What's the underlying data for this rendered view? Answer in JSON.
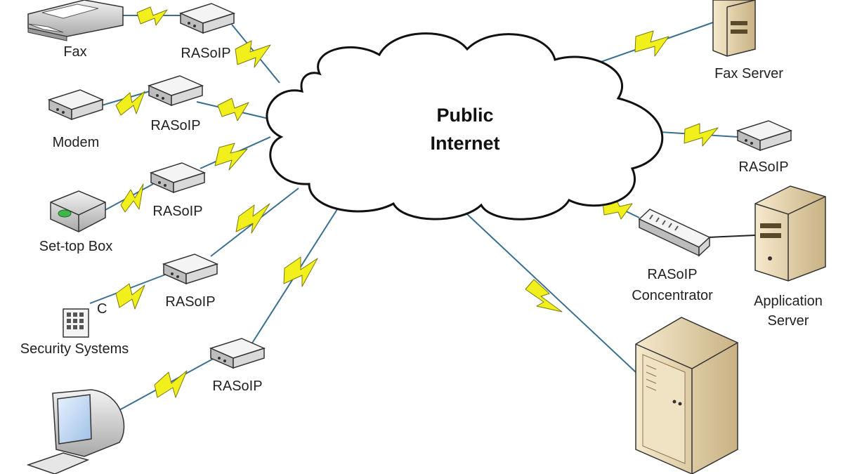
{
  "cloud": {
    "line1": "Public",
    "line2": "Internet"
  },
  "colors": {
    "link_line": "#3a6f8f",
    "bolt_fill": "#f1f01d",
    "device_gray": "#cfcfcf",
    "server_tan": "#e8d6ae"
  },
  "nodes": {
    "fax": "Fax",
    "modem": "Modem",
    "settop": "Set-top Box",
    "security": "Security Systems",
    "security_tag": "C",
    "fax_server": "Fax Server",
    "app_server_line1": "Application",
    "app_server_line2": "Server",
    "concentrator_line1": "RASoIP",
    "concentrator_line2": "Concentrator"
  },
  "rasoip": {
    "fax": "RASoIP",
    "modem": "RASoIP",
    "settop": "RASoIP",
    "security": "RASoIP",
    "pc": "RASoIP",
    "right": "RASoIP"
  },
  "icons": [
    "fax-machine-icon",
    "modem-icon",
    "set-top-box-icon",
    "keypad-icon",
    "computer-icon",
    "server-tower-icon",
    "concentrator-icon",
    "cloud-icon",
    "lightning-bolt-icon"
  ]
}
